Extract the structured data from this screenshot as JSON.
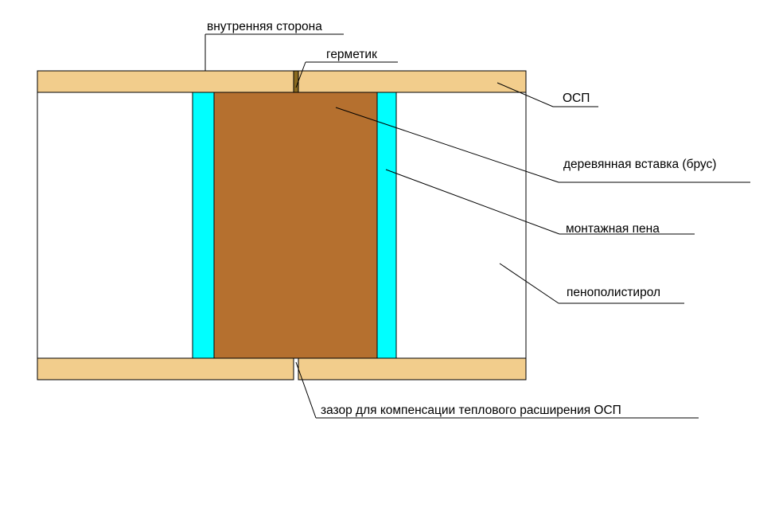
{
  "labels": {
    "inner_side": "внутренняя сторона",
    "sealant": "герметик",
    "osb": "ОСП",
    "wood_insert": "деревянная вставка (брус)",
    "mounting_foam": "монтажная пена",
    "polystyrene": "пенополистирол",
    "expansion_gap": "зазор для компенсации теплового расширения ОСП"
  },
  "colors": {
    "osb": "#f2cd8c",
    "wood": "#b5702f",
    "foam": "#00ffff",
    "polystyrene": "#ffffff",
    "sealant": "#8a6a20",
    "line": "#000000"
  }
}
